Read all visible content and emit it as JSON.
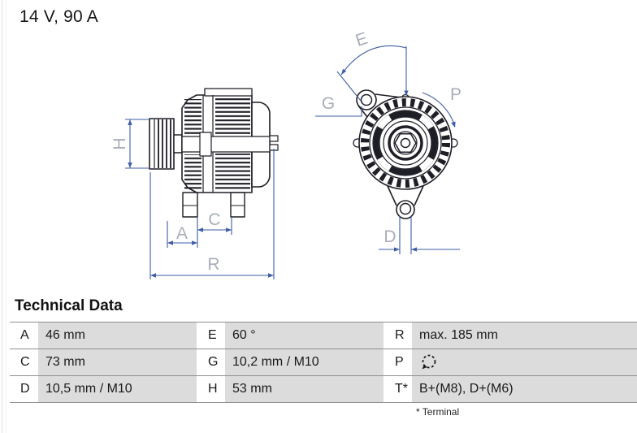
{
  "title": "14 V, 90 A",
  "diagram": {
    "description": "alternator-technical-drawing",
    "side_labels": {
      "h": "H",
      "a": "A",
      "c": "C",
      "r": "R"
    },
    "front_labels": {
      "e": "E",
      "g": "G",
      "p": "P",
      "d": "D"
    }
  },
  "table": {
    "heading": "Technical Data",
    "rows": [
      {
        "c1k": "A",
        "c1v": "46 mm",
        "c2k": "E",
        "c2v": "60 °",
        "c3k": "R",
        "c3v": "max. 185 mm"
      },
      {
        "c1k": "C",
        "c1v": "73 mm",
        "c2k": "G",
        "c2v": "10,2 mm / M10",
        "c3k": "P",
        "c3icon": "rotation-direction-icon"
      },
      {
        "c1k": "D",
        "c1v": "10,5 mm / M10",
        "c2k": "H",
        "c2v": "53 mm",
        "c3k": "T*",
        "c3v": "B+(M8), D+(M6)"
      }
    ],
    "footnote": "* Terminal"
  },
  "colors": {
    "dimension_line": "#3e5ea6",
    "dimension_label": "#a8aeb9",
    "drawing_line": "#1e1e26",
    "table_cell_bg": "#dcdcdc",
    "table_border": "#8f8f8f"
  }
}
